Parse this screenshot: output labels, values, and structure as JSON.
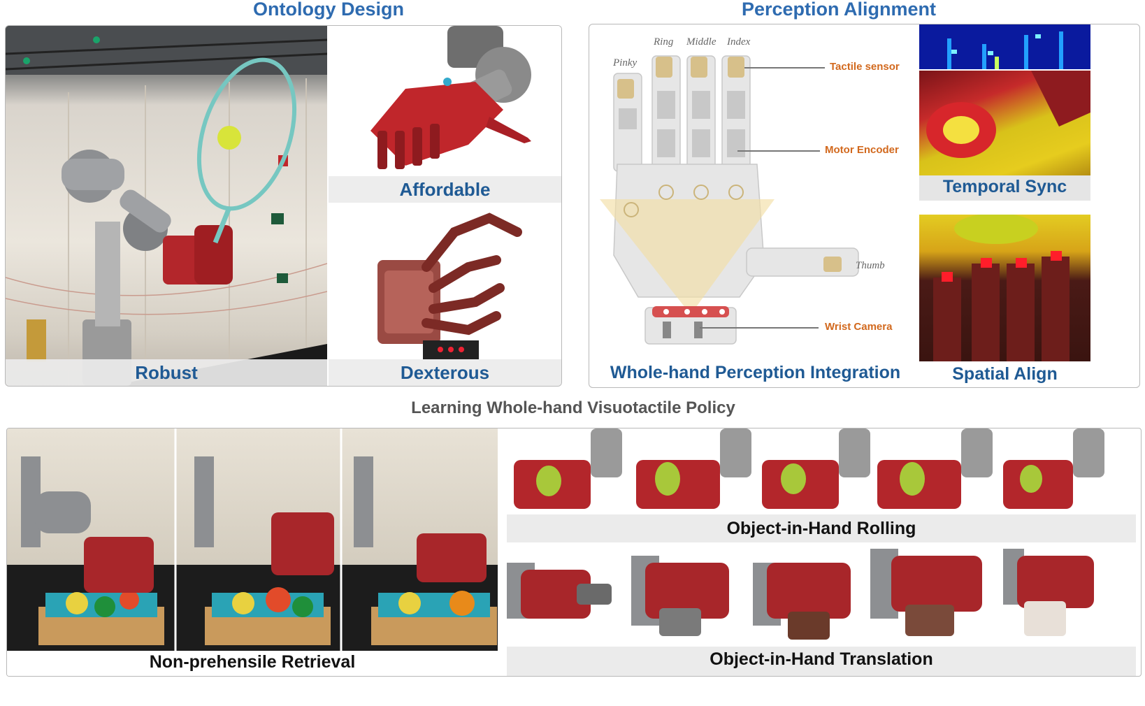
{
  "sections": {
    "ontology_title": "Ontology Design",
    "perception_title": "Perception Alignment",
    "learning_title": "Learning Whole-hand Visuotactile Policy"
  },
  "ontology": {
    "robust": "Robust",
    "affordable": "Affordable",
    "dexterous": "Dexterous"
  },
  "perception": {
    "integration": "Whole-hand Perception Integration",
    "temporal": "Temporal Sync",
    "spatial": "Spatial Align",
    "fingers": {
      "pinky": "Pinky",
      "ring": "Ring",
      "middle": "Middle",
      "index": "Index",
      "thumb": "Thumb"
    },
    "callouts": {
      "tactile": "Tactile sensor",
      "encoder": "Motor Encoder",
      "camera": "Wrist Camera"
    }
  },
  "learning": {
    "retrieval": "Non-prehensile Retrieval",
    "rolling": "Object-in-Hand Rolling",
    "translation": "Object-in-Hand Translation"
  },
  "colors": {
    "title_blue": "#2e6bb0",
    "caption_blue": "#1f5a94",
    "callout_orange": "#d2691e",
    "hand_red": "#b3252a"
  }
}
